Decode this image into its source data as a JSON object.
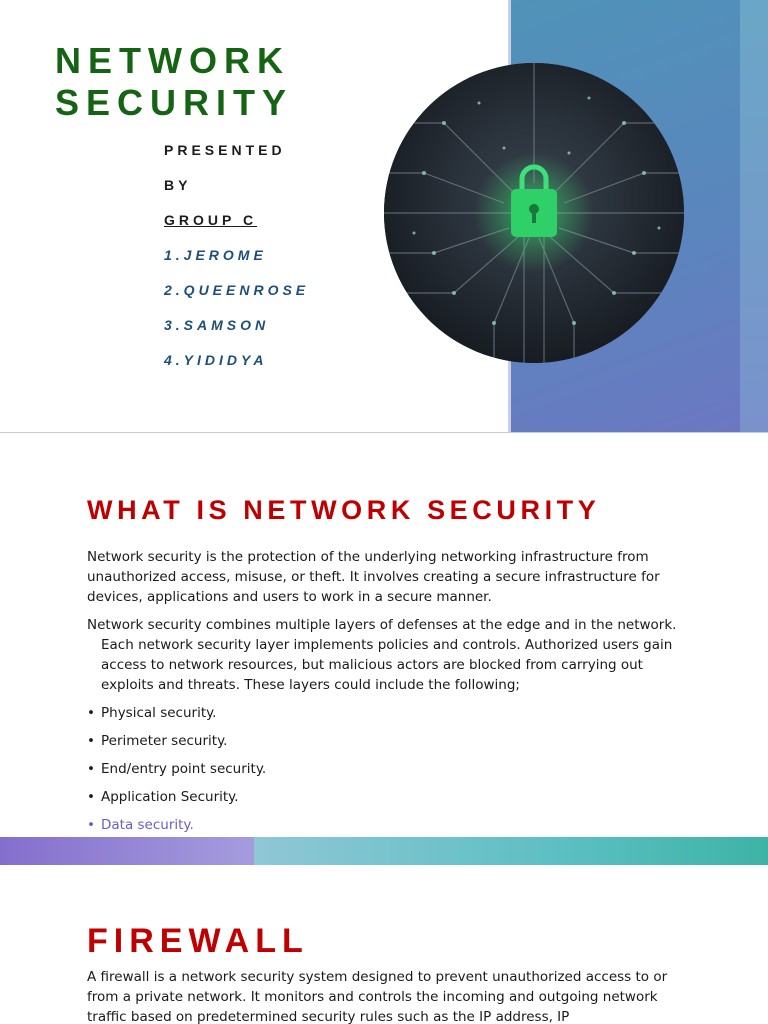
{
  "slide1": {
    "title_lines": [
      "NETWORK",
      "SECURITY"
    ],
    "presented": "PRESENTED",
    "by": "BY",
    "group": "GROUP C",
    "members": [
      "1.JEROME",
      "2.QUEENROSE",
      "3.SAMSON",
      "4.YIDIDYA"
    ]
  },
  "slide2": {
    "heading": "WHAT IS NETWORK SECURITY",
    "para1": "Network security is the protection of the underlying networking infrastructure from unauthorized access, misuse, or theft. It involves creating a secure infrastructure for devices, applications and users to work in a secure manner.",
    "para2": "Network security combines multiple layers of defenses at the edge and in the network. Each network security layer implements policies and controls. Authorized users gain access to network resources, but malicious actors are blocked from carrying out exploits and threats. These layers could include the following;",
    "bullet_char": "•",
    "bullets": [
      " Physical security.",
      "Perimeter security.",
      "End/entry point security.",
      "Application Security.",
      "Data security."
    ]
  },
  "slide3": {
    "heading": "FIREWALL",
    "para": "A firewall is a network security system designed to prevent unauthorized access to or from a private network. It monitors and controls the incoming and outgoing network traffic based on predetermined security rules such as the IP address, IP"
  },
  "colors": {
    "title_green": "#146414",
    "heading_red": "#c00000",
    "member_blue": "#1f4e79",
    "panel_blue": "#5a86bd"
  },
  "icons": {
    "hero_image": "padlock-circuit-board-image"
  }
}
